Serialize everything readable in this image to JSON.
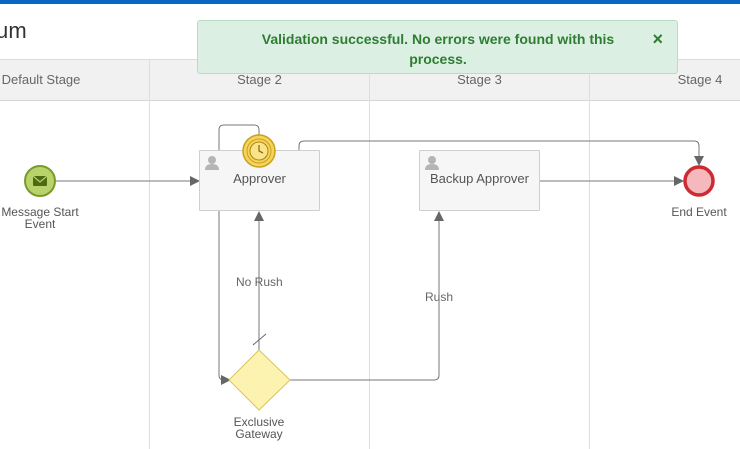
{
  "page": {
    "title": "um"
  },
  "toast": {
    "message": "Validation successful. No errors were found with this process.",
    "close_label": "×"
  },
  "stages": [
    "Default Stage",
    "Stage 2",
    "Stage 3",
    "Stage 4"
  ],
  "nodes": {
    "message_start": {
      "label_line1": "Message Start",
      "label_line2": "Event"
    },
    "approver": {
      "label": "Approver"
    },
    "backup_approver": {
      "label": "Backup Approver"
    },
    "end_event": {
      "label": "End Event"
    },
    "gateway": {
      "label_line1": "Exclusive",
      "label_line2": "Gateway"
    }
  },
  "flows": {
    "no_rush": "No Rush",
    "rush": "Rush"
  },
  "colors": {
    "accent": "#0a66c2",
    "start_event_fill": "#b7d36a",
    "end_event_stroke": "#cc2b33",
    "end_event_fill": "#f5b8bd",
    "gateway_fill": "#fdf3b0",
    "timer_fill": "#f5d35c"
  },
  "icons": [
    "envelope-icon",
    "timer-icon",
    "user-icon",
    "close-icon"
  ]
}
